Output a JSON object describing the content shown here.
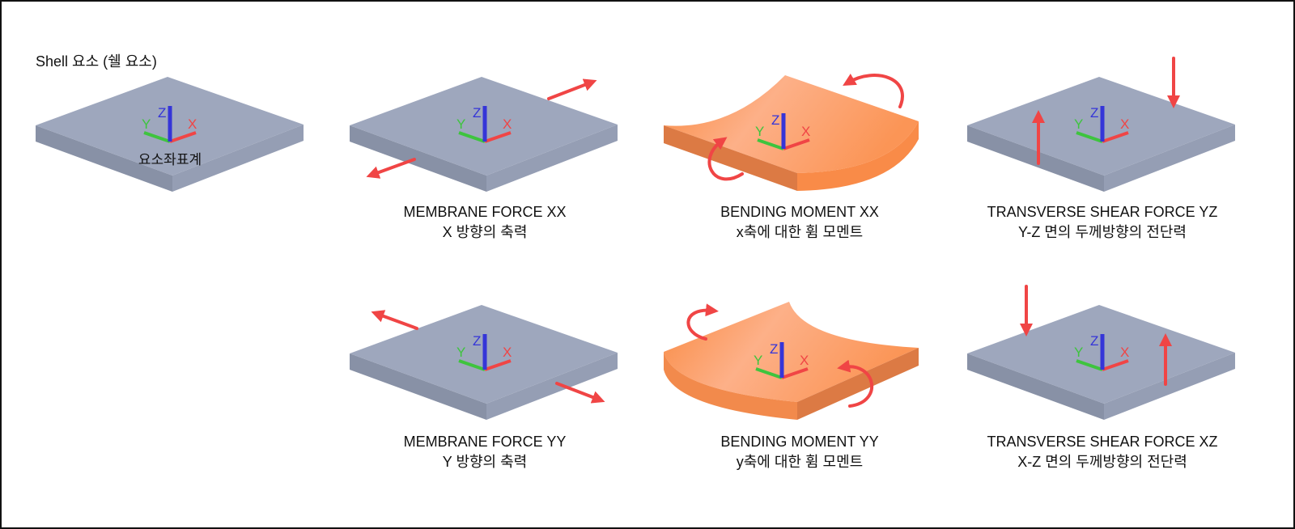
{
  "title": "Shell 요소 (쉘 요소)",
  "coordinate_label": "요소좌표계",
  "axes": {
    "x": "X",
    "y": "Y",
    "z": "Z"
  },
  "colors": {
    "plate_top": "#9ea7bd",
    "plate_left": "#8891a6",
    "plate_right": "#959eb4",
    "orange": "#f98d48",
    "arrow": "#f04545",
    "x_axis": "#f04545",
    "y_axis": "#3ec43e",
    "z_axis": "#3535d8"
  },
  "panels": [
    {
      "title": "MEMBRANE FORCE XX",
      "subtitle": "X 방향의 축력"
    },
    {
      "title": "BENDING MOMENT XX",
      "subtitle": "x축에 대한 휨 모멘트"
    },
    {
      "title": "TRANSVERSE SHEAR FORCE YZ",
      "subtitle": "Y-Z 면의 두께방향의 전단력"
    },
    {
      "title": "MEMBRANE FORCE YY",
      "subtitle": "Y 방향의 축력"
    },
    {
      "title": "BENDING MOMENT YY",
      "subtitle": "y축에 대한 휨 모멘트"
    },
    {
      "title": "TRANSVERSE SHEAR FORCE XZ",
      "subtitle": "X-Z 면의 두께방향의 전단력"
    }
  ]
}
